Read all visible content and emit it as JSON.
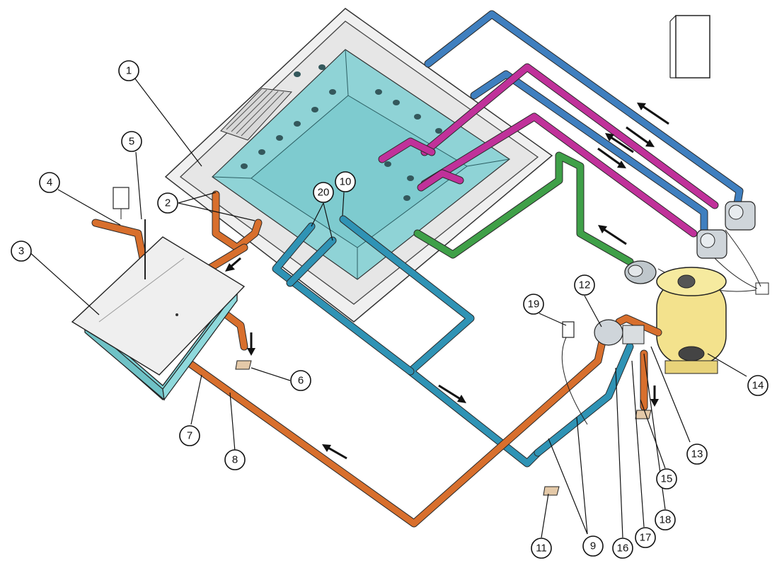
{
  "figure": {
    "callouts": [
      {
        "id": "c1",
        "label": "1"
      },
      {
        "id": "c2",
        "label": "2"
      },
      {
        "id": "c3",
        "label": "3"
      },
      {
        "id": "c4",
        "label": "4"
      },
      {
        "id": "c5",
        "label": "5"
      },
      {
        "id": "c6",
        "label": "6"
      },
      {
        "id": "c7",
        "label": "7"
      },
      {
        "id": "c8",
        "label": "8"
      },
      {
        "id": "c9",
        "label": "9"
      },
      {
        "id": "c10",
        "label": "10"
      },
      {
        "id": "c11",
        "label": "11"
      },
      {
        "id": "c12",
        "label": "12"
      },
      {
        "id": "c13",
        "label": "13"
      },
      {
        "id": "c14",
        "label": "14"
      },
      {
        "id": "c15",
        "label": "15"
      },
      {
        "id": "c16",
        "label": "16"
      },
      {
        "id": "c17",
        "label": "17"
      },
      {
        "id": "c18",
        "label": "18"
      },
      {
        "id": "c19",
        "label": "19"
      },
      {
        "id": "c20",
        "label": "20"
      }
    ]
  },
  "colors": {
    "pool_water": "#8fd3d6",
    "pool_rim": "#ececec",
    "tank_water": "#7ccfd3",
    "tank_lid": "#efefef",
    "pipe_blue": "#3f7fbf",
    "pipe_teal": "#2f93b5",
    "pipe_magenta": "#c0319a",
    "pipe_green": "#3fa048",
    "pipe_orange": "#d86f2d",
    "filter_body": "#f3e28d",
    "line": "#111111"
  }
}
